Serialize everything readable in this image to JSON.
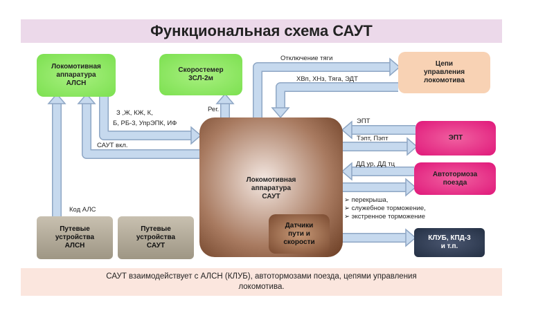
{
  "title": "Функциональная схема САУТ",
  "caption": {
    "line1": "САУТ взаимодействует с АЛСН (КЛУБ), автотормозами поезда, цепями управления",
    "line2": "локомотива."
  },
  "boxes": {
    "alsn": [
      "Локомотивная",
      "аппаратура",
      "АЛСН"
    ],
    "speedometer": [
      "Скоростемер",
      "3СЛ-2м"
    ],
    "loco_circuits": [
      "Цепи",
      "управления",
      "локомотива"
    ],
    "saut": [
      "Локомотивная",
      "аппаратура",
      "САУТ"
    ],
    "sensors": [
      "Датчики",
      "пути и",
      "скорости"
    ],
    "ept": "ЭПТ",
    "brakes": [
      "Автотормоза",
      "поезда"
    ],
    "klub": [
      "КЛУБ, КПД-3",
      "и т.п."
    ],
    "track_alsn": [
      "Путевые",
      "устройства",
      "АЛСН"
    ],
    "track_saut": [
      "Путевые",
      "устройства",
      "САУТ"
    ]
  },
  "labels": {
    "code_als": "Код АЛС",
    "saut_on": "САУТ вкл.",
    "signals1": "З ,Ж, КЖ, К,",
    "signals2": "Б, РБ-3, УпрЭПК, ИФ",
    "reg": "Рег.",
    "traction_off": "Отключение тяги",
    "loco_signals": "ХВп, ХНз, Тяга, ЭДТ",
    "ept_in": "ЭПТ",
    "ept_out": "Тэпт, Пэпт",
    "pressure": "ДД ур, ДД тц",
    "brake_modes": [
      "перекрыша,",
      "служебное торможение,",
      "экстренное торможение"
    ]
  },
  "colors": {
    "arrow_fill": "#c6d9ee",
    "arrow_stroke": "#8ea6c4",
    "green": "#86e45a",
    "peach": "#f8d2b4",
    "magenta": "#e8207a",
    "brown": "#7a4a30",
    "navy": "#2a3448"
  }
}
